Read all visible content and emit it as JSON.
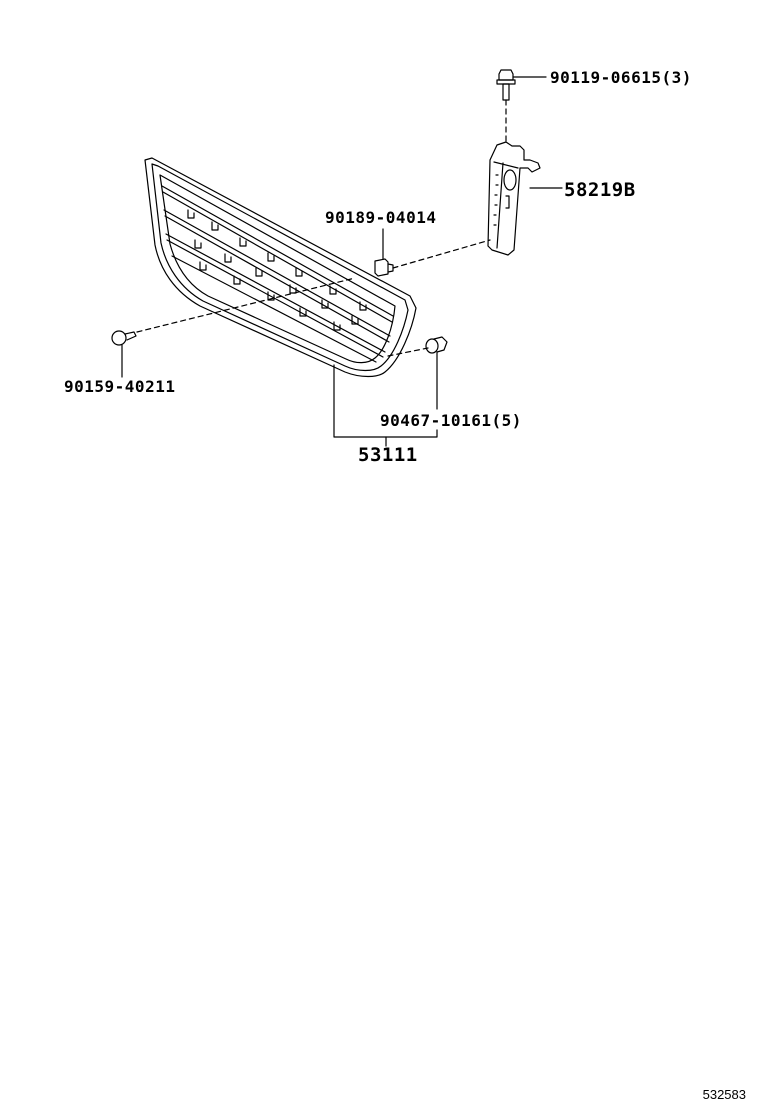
{
  "diagram": {
    "type": "exploded-parts-diagram",
    "subject": "radiator grille assembly",
    "colors": {
      "line": "#000000",
      "background": "#ffffff"
    },
    "parts": [
      {
        "id": "bolt-top",
        "part_number": "90119-06615(3)",
        "description": "bolt"
      },
      {
        "id": "bracket",
        "part_number": "58219B",
        "description": "bracket / support"
      },
      {
        "id": "clip-nut",
        "part_number": "90189-04014",
        "description": "clip nut"
      },
      {
        "id": "screw-left",
        "part_number": "90159-40211",
        "description": "screw"
      },
      {
        "id": "clip-right",
        "part_number": "90467-10161(5)",
        "description": "clip"
      },
      {
        "id": "grille",
        "part_number": "53111",
        "description": "radiator grille"
      }
    ],
    "figure_id": "532583"
  }
}
